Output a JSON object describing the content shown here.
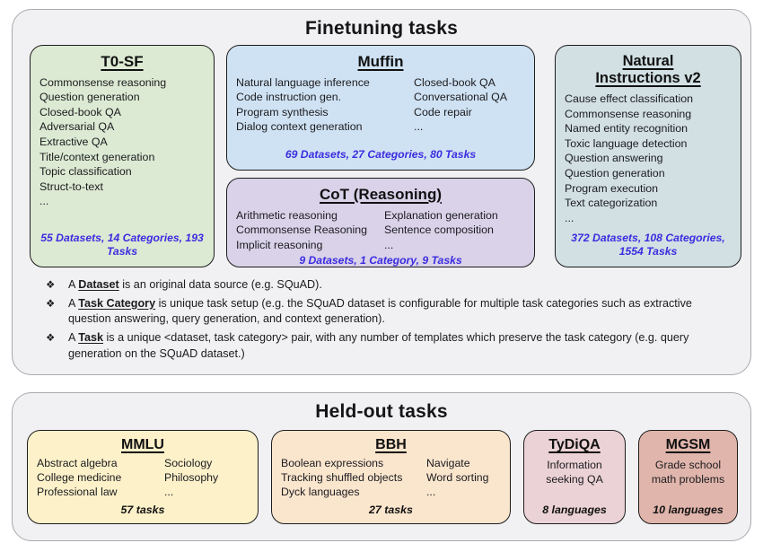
{
  "colors": {
    "panel_bg": "#f1f1f3",
    "panel_border": "#a9a9ae",
    "box_border": "#1d1d1d",
    "stats_blue": "#3c2ce0",
    "t0sf_bg": "#dcead3",
    "muffin_bg": "#cfe2f3",
    "cot_bg": "#d9d2e9",
    "niv2_bg": "#d2e0e3",
    "mmlu_bg": "#fcf1c9",
    "bbh_bg": "#fae5cd",
    "tydiqa_bg": "#ebd2d6",
    "mgsm_bg": "#e0b5ab"
  },
  "ft": {
    "title": "Finetuning tasks",
    "bullet": "❖",
    "t0sf": {
      "title": "T0-SF",
      "items": [
        "Commonsense reasoning",
        "Question generation",
        "Closed-book QA",
        "Adversarial QA",
        "Extractive QA",
        "Title/context generation",
        "Topic classification",
        "Struct-to-text",
        "..."
      ],
      "stats": "55 Datasets, 14 Categories, 193 Tasks"
    },
    "muffin": {
      "title": "Muffin",
      "col1": [
        "Natural language inference",
        "Code instruction gen.",
        "Program synthesis",
        "Dialog context generation"
      ],
      "col2": [
        "Closed-book QA",
        "Conversational QA",
        "Code repair",
        "..."
      ],
      "stats": "69 Datasets, 27 Categories, 80 Tasks"
    },
    "cot": {
      "title": "CoT (Reasoning)",
      "col1": [
        "Arithmetic reasoning",
        "Commonsense Reasoning",
        "Implicit reasoning"
      ],
      "col2": [
        "Explanation generation",
        "Sentence composition",
        "..."
      ],
      "stats": "9 Datasets, 1 Category, 9 Tasks"
    },
    "niv2": {
      "title": "Natural Instructions v2",
      "items": [
        "Cause effect classification",
        "Commonsense reasoning",
        "Named entity recognition",
        "Toxic language detection",
        "Question answering",
        "Question generation",
        "Program execution",
        "Text categorization",
        "..."
      ],
      "stats": "372 Datasets, 108 Categories, 1554 Tasks"
    },
    "notes": [
      {
        "pre": "A ",
        "term": "Dataset",
        "rest": " is an original data source (e.g. SQuAD)."
      },
      {
        "pre": "A ",
        "term": "Task Category",
        "rest": " is unique task setup (e.g. the SQuAD dataset is configurable for multiple task categories such as extractive question answering, query generation, and context generation)."
      },
      {
        "pre": "A ",
        "term": "Task",
        "rest": " is a unique <dataset, task category> pair, with any number of templates which preserve the task category (e.g. query generation on the SQuAD dataset.)"
      }
    ]
  },
  "ho": {
    "title": "Held-out tasks",
    "mmlu": {
      "title": "MMLU",
      "col1": [
        "Abstract algebra",
        "College medicine",
        "Professional law"
      ],
      "col2": [
        "Sociology",
        "Philosophy",
        "..."
      ],
      "stats": "57 tasks"
    },
    "bbh": {
      "title": "BBH",
      "col1": [
        "Boolean expressions",
        "Tracking shuffled objects",
        "Dyck languages"
      ],
      "col2": [
        "Navigate",
        "Word sorting",
        "..."
      ],
      "stats": "27 tasks"
    },
    "tydiqa": {
      "title": "TyDiQA",
      "body": "Information seeking QA",
      "stats": "8 languages"
    },
    "mgsm": {
      "title": "MGSM",
      "body": "Grade school math problems",
      "stats": "10 languages"
    }
  }
}
